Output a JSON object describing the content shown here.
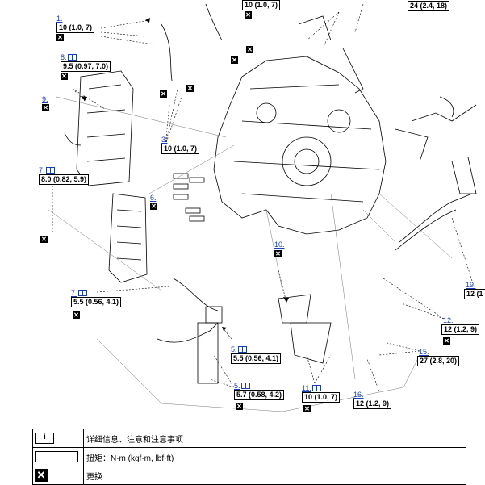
{
  "callouts": [
    {
      "id": "c1",
      "num": "1.",
      "torque": "10 (1.0, 7)",
      "replace": true,
      "book": false
    },
    {
      "id": "c8",
      "num": "8.",
      "torque": "9.5 (0.97, 7.0)",
      "replace": true,
      "book": true
    },
    {
      "id": "c9",
      "num": "9.",
      "torque": "",
      "replace": true,
      "book": false
    },
    {
      "id": "c7a",
      "num": "7.",
      "torque": "8.0 (0.82, 5.9)",
      "replace": false,
      "book": true
    },
    {
      "id": "c3",
      "num": "3.",
      "torque": "10 (1.0, 7)",
      "replace": false,
      "book": false
    },
    {
      "id": "c6",
      "num": "6.",
      "torque": "",
      "replace": true,
      "book": false
    },
    {
      "id": "c7b",
      "num": "7.",
      "torque": "5.5 (0.56, 4.1)",
      "replace": true,
      "book": true
    },
    {
      "id": "c10",
      "num": "10.",
      "torque": "",
      "replace": true,
      "book": false
    },
    {
      "id": "c5a",
      "num": "5.",
      "torque": "5.5 (0.56, 4.1)",
      "replace": false,
      "book": true
    },
    {
      "id": "c5b",
      "num": "5.",
      "torque": "5.7 (0.58, 4.2)",
      "replace": true,
      "book": true
    },
    {
      "id": "c11",
      "num": "11.",
      "torque": "10 (1.0, 7)",
      "replace": true,
      "book": true
    },
    {
      "id": "c16",
      "num": "16.",
      "torque": "12 (1.2, 9)",
      "replace": false,
      "book": false
    },
    {
      "id": "c15",
      "num": "15.",
      "torque": "27 (2.8, 20)",
      "replace": false,
      "book": false
    },
    {
      "id": "c12",
      "num": "12.",
      "torque": "12 (1.2, 9)",
      "replace": true,
      "book": false
    },
    {
      "id": "c19",
      "num": "19.",
      "torque": "12 (1",
      "replace": false,
      "book": false
    },
    {
      "id": "ctop",
      "num": "",
      "torque": "10 (1.0, 7)",
      "replace": true,
      "book": false
    },
    {
      "id": "ctopr",
      "num": "",
      "torque": "24 (2.4, 18)",
      "replace": false,
      "book": false
    }
  ],
  "replace_symbol": "✕",
  "legend": [
    {
      "icon": "book-icon",
      "text": "详细信息、注意和注意事项"
    },
    {
      "icon": "torque-box-icon",
      "text": "扭矩：N·m (kgf·m, lbf·ft)"
    },
    {
      "icon": "replace-icon",
      "text": "更换"
    }
  ],
  "colors": {
    "link": "#1a3fb5",
    "line": "#000000",
    "part_fill": "#ffffff"
  }
}
